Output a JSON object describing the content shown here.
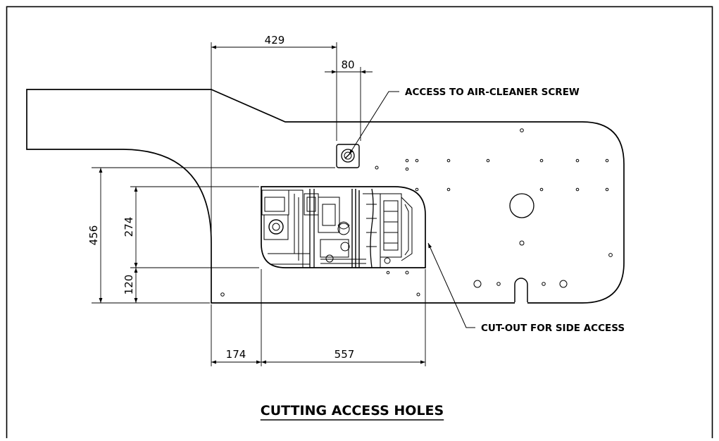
{
  "drawing": {
    "title": "CUTTING ACCESS HOLES",
    "callouts": {
      "air_cleaner": "ACCESS TO AIR-CLEANER SCREW",
      "side_access": "CUT-OUT FOR SIDE ACCESS"
    },
    "dimensions": {
      "d429": "429",
      "d80": "80",
      "d456": "456",
      "d274": "274",
      "d120": "120",
      "d174": "174",
      "d557": "557"
    }
  }
}
